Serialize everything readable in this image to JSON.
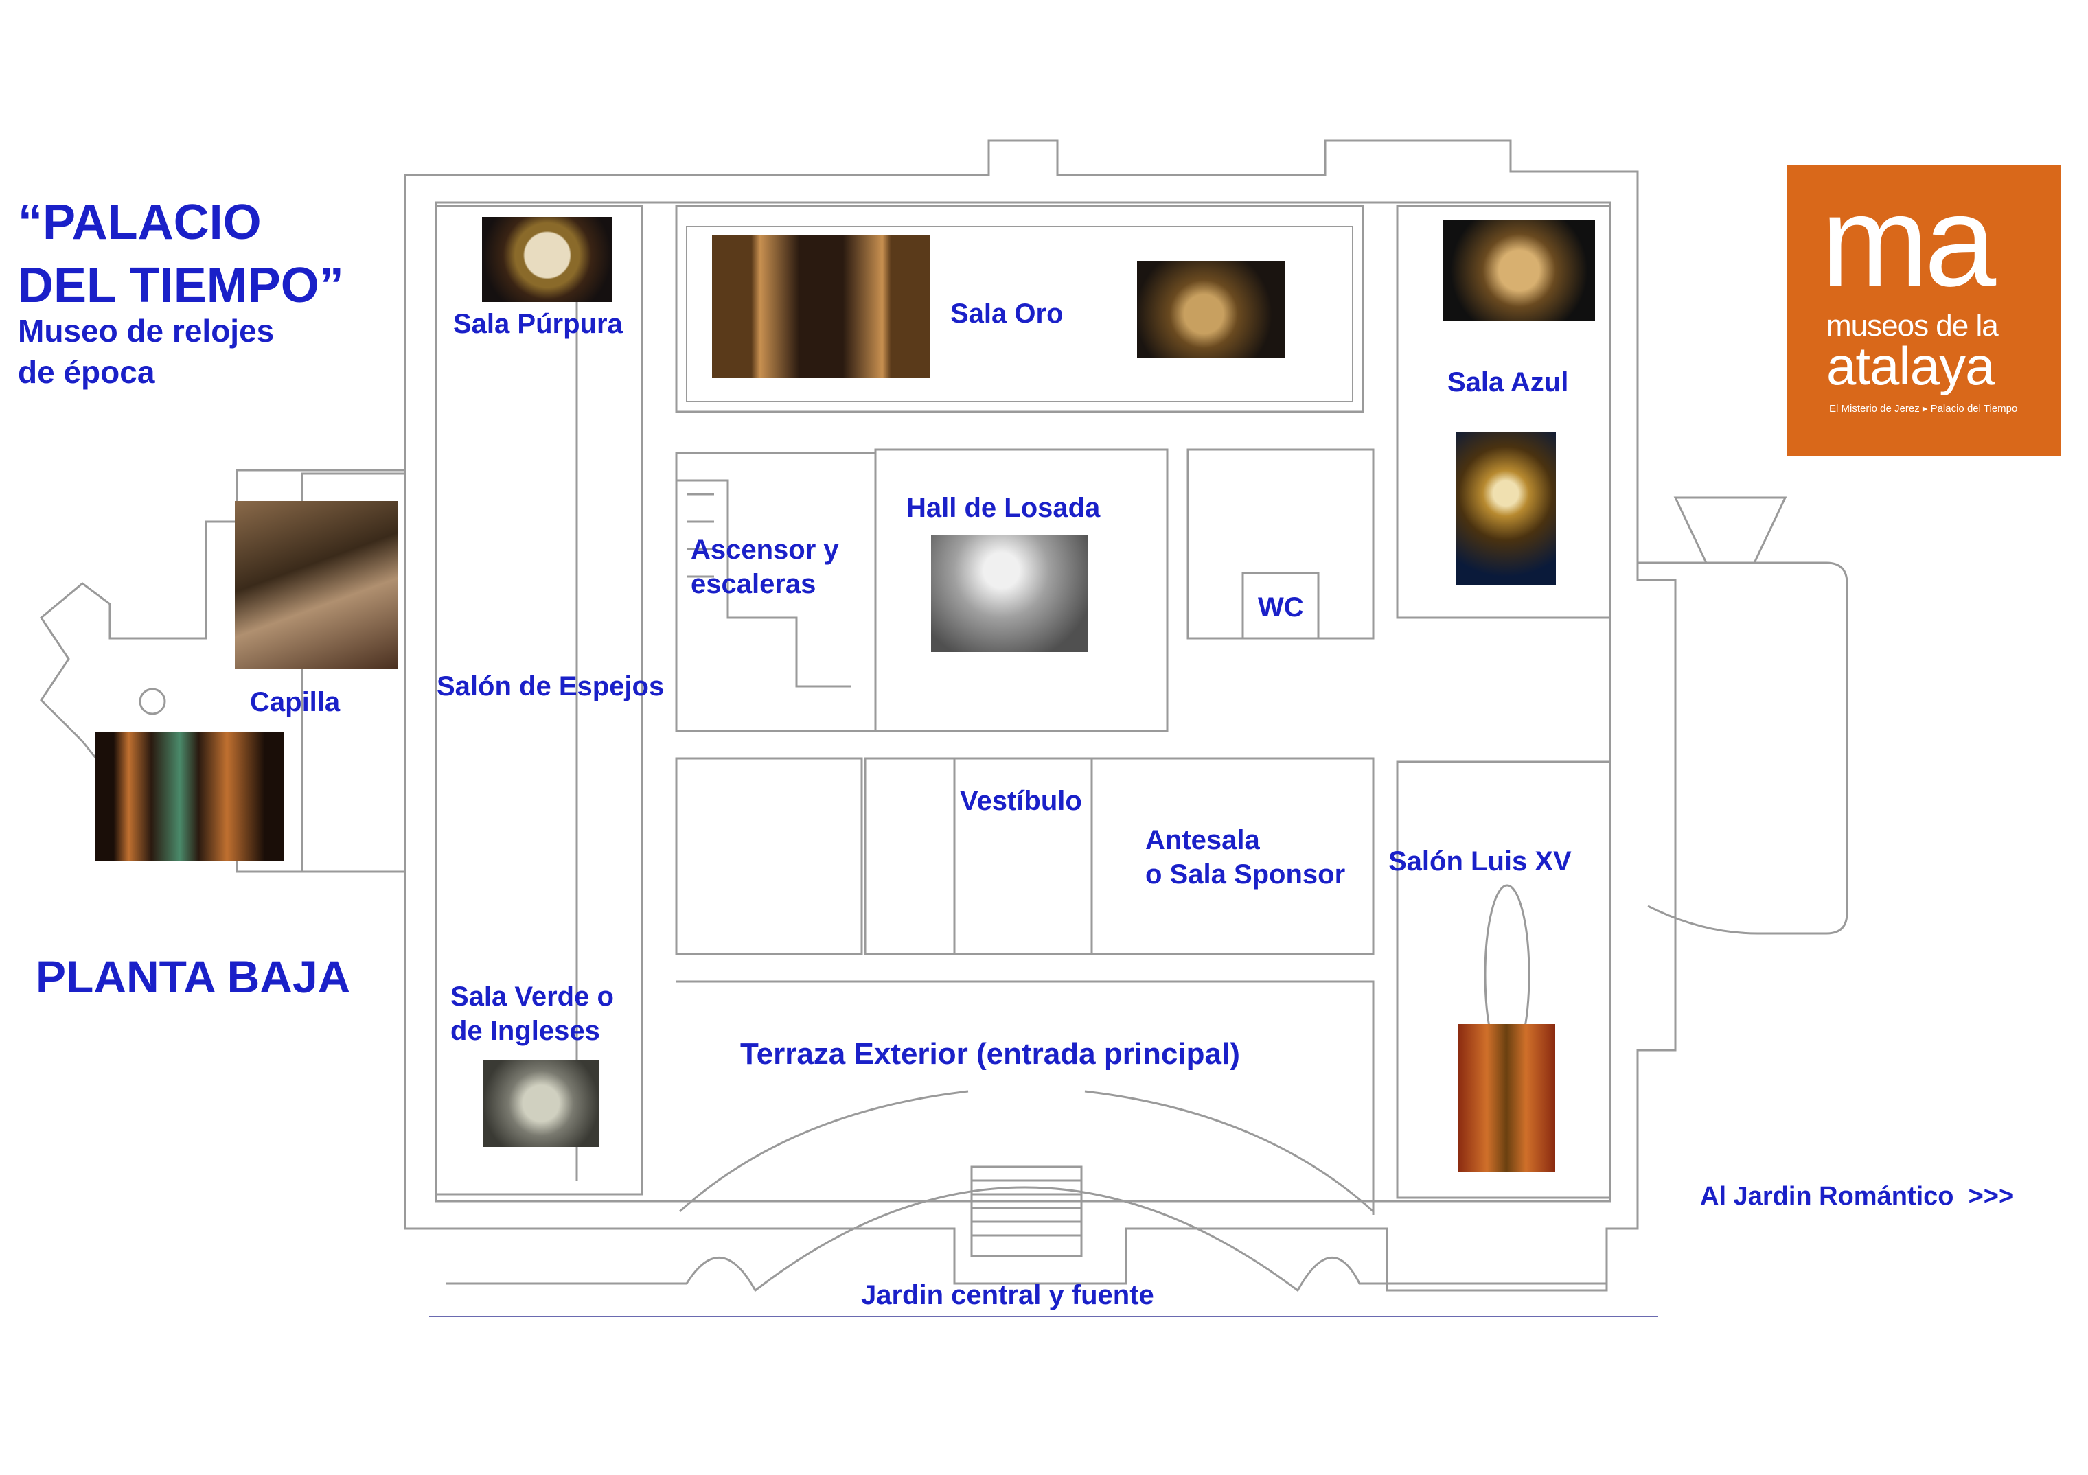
{
  "title": "“PALACIO\nDEL TIEMPO”",
  "subtitle": "Museo de relojes\nde época",
  "floor_label": "PLANTA BAJA",
  "logo": {
    "mark": "ma",
    "line1": "museos de la",
    "line2": "atalaya",
    "tagline": "El Misterio de Jerez ▸ Palacio del Tiempo"
  },
  "rooms": {
    "sala_purpura": "Sala Púrpura",
    "sala_oro": "Sala Oro",
    "sala_azul": "Sala Azul",
    "capilla": "Capilla",
    "salon_espejos": "Salón de Espejos",
    "ascensor": "Ascensor y\nescaleras",
    "hall_losada": "Hall de Losada",
    "wc": "WC",
    "vestibulo": "Vestíbulo",
    "antesala": "Antesala\no Sala Sponsor",
    "salon_luis": "Salón Luis XV",
    "sala_verde": "Sala Verde o\nde Ingleses",
    "terraza": "Terraza Exterior (entrada principal)",
    "jardin_central": "Jardin central y fuente"
  },
  "links": {
    "jardin_romantico": "Al Jardin Romántico  >>>"
  },
  "colors": {
    "label_blue": "#1a20c8",
    "logo_orange": "#d9681a",
    "wall_gray": "#9a9a9a",
    "accent_line": "#6a6ab0"
  }
}
